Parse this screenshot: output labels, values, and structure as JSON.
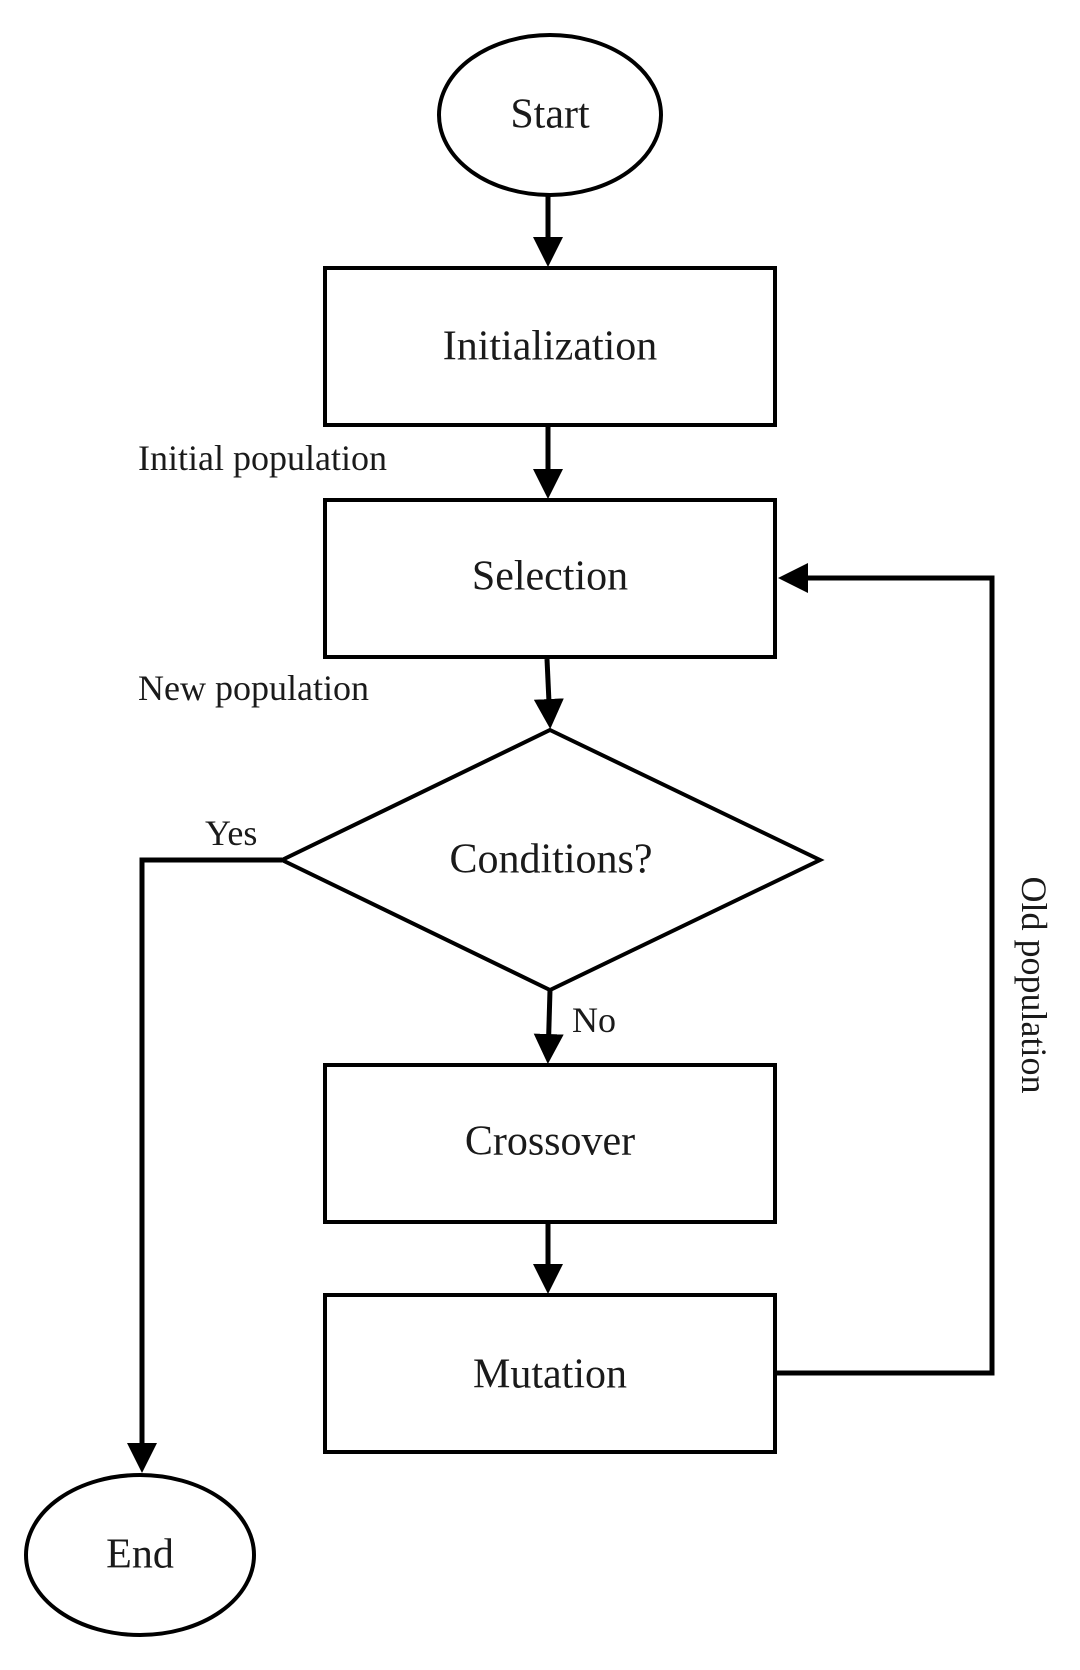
{
  "nodes": {
    "start": "Start",
    "initialization": "Initialization",
    "selection": "Selection",
    "conditions": "Conditions?",
    "crossover": "Crossover",
    "mutation": "Mutation",
    "end": "End"
  },
  "edge_labels": {
    "initial_population": "Initial population",
    "new_population": "New population",
    "yes": "Yes",
    "no": "No",
    "old_population": "Old population"
  }
}
